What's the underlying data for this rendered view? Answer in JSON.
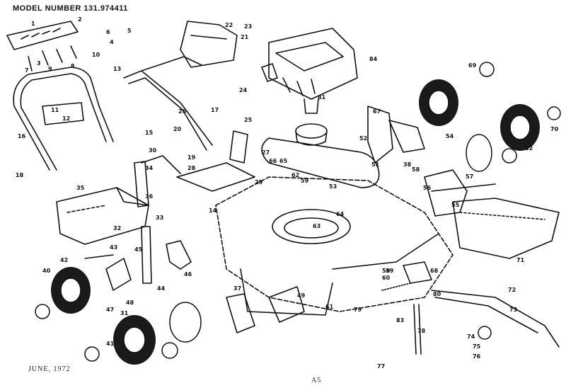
{
  "header": {
    "model_label": "MODEL NUMBER 131.974411"
  },
  "footer": {
    "date": "JUNE, 1972",
    "page": "A5"
  },
  "colors": {
    "ink": "#111111",
    "paper": "#ffffff",
    "wheel": "#1a1a1a"
  },
  "callouts": [
    "1",
    "2",
    "3",
    "4",
    "5",
    "6",
    "7",
    "8",
    "9",
    "10",
    "11",
    "12",
    "13",
    "14",
    "15",
    "16",
    "17",
    "18",
    "19",
    "20",
    "21",
    "22",
    "23",
    "24",
    "25",
    "26",
    "27",
    "28",
    "29",
    "30",
    "31",
    "32",
    "33",
    "34",
    "35",
    "36",
    "37",
    "38",
    "39",
    "40",
    "41",
    "42",
    "43",
    "44",
    "45",
    "46",
    "47",
    "48",
    "49",
    "50",
    "51",
    "52",
    "53",
    "54",
    "55",
    "56",
    "57",
    "58",
    "59",
    "60",
    "61",
    "62",
    "63",
    "64",
    "65",
    "66",
    "67",
    "68",
    "69",
    "70",
    "71",
    "72",
    "73",
    "74",
    "75",
    "76",
    "77",
    "78",
    "79",
    "80",
    "81",
    "82",
    "83",
    "84"
  ]
}
